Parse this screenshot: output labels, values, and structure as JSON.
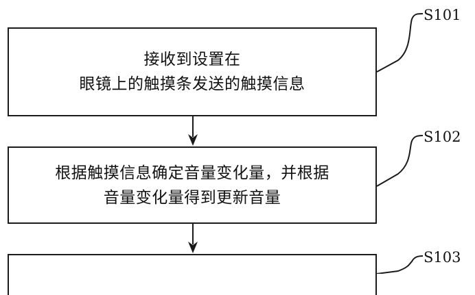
{
  "steps": [
    {
      "id": "S101",
      "lines": [
        "接收到设置在",
        "眼镜上的触摸条发送的触摸信息"
      ]
    },
    {
      "id": "S102",
      "lines": [
        "根据触摸信息确定音量变化量，并根据",
        "音量变化量得到更新音量"
      ]
    },
    {
      "id": "S103",
      "lines": []
    }
  ]
}
